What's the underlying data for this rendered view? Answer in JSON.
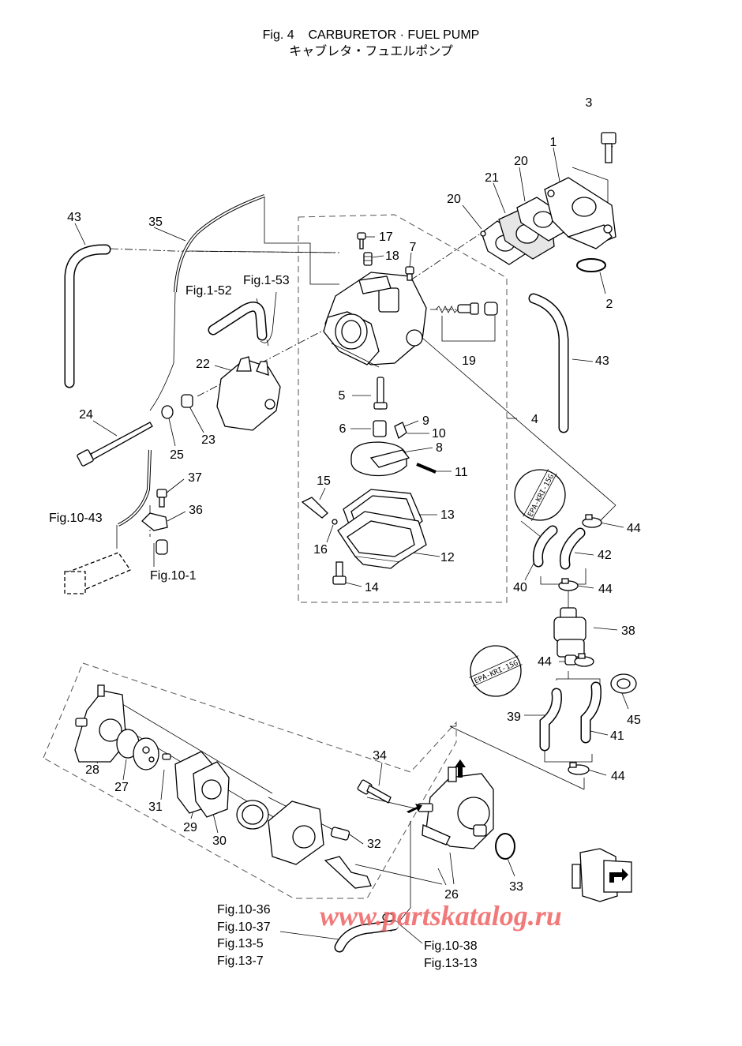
{
  "header": {
    "title_en": "Fig. 4    CARBURETOR · FUEL PUMP",
    "title_jp": "キャブレタ・フュエルポンプ"
  },
  "watermark": "www.partskatalog.ru",
  "epa_label": "EPA-KRI-15G",
  "callouts": {
    "c1": "1",
    "c2": "2",
    "c3": "3",
    "c4": "4",
    "c5": "5",
    "c6": "6",
    "c7": "7",
    "c8": "8",
    "c9": "9",
    "c10": "10",
    "c11": "11",
    "c12": "12",
    "c13": "13",
    "c14": "14",
    "c15": "15",
    "c16": "16",
    "c17": "17",
    "c18": "18",
    "c19": "19",
    "c20": "20",
    "c21": "21",
    "c22": "22",
    "c23": "23",
    "c24": "24",
    "c25": "25",
    "c26": "26",
    "c27": "27",
    "c28": "28",
    "c29": "29",
    "c30": "30",
    "c31": "31",
    "c32": "32",
    "c33": "33",
    "c34": "34",
    "c35": "35",
    "c36": "36",
    "c37": "37",
    "c38": "38",
    "c39": "39",
    "c40": "40",
    "c41": "41",
    "c42": "42",
    "c43": "43",
    "c44": "44",
    "c45": "45"
  },
  "references": {
    "fig1_52": "Fig.1-52",
    "fig1_53": "Fig.1-53",
    "fig10_43": "Fig.10-43",
    "fig10_1": "Fig.10-1",
    "fig10_36": "Fig.10-36",
    "fig10_37": "Fig.10-37",
    "fig13_5": "Fig.13-5",
    "fig13_7": "Fig.13-7",
    "fig10_38": "Fig.10-38",
    "fig13_13": "Fig.13-13"
  }
}
